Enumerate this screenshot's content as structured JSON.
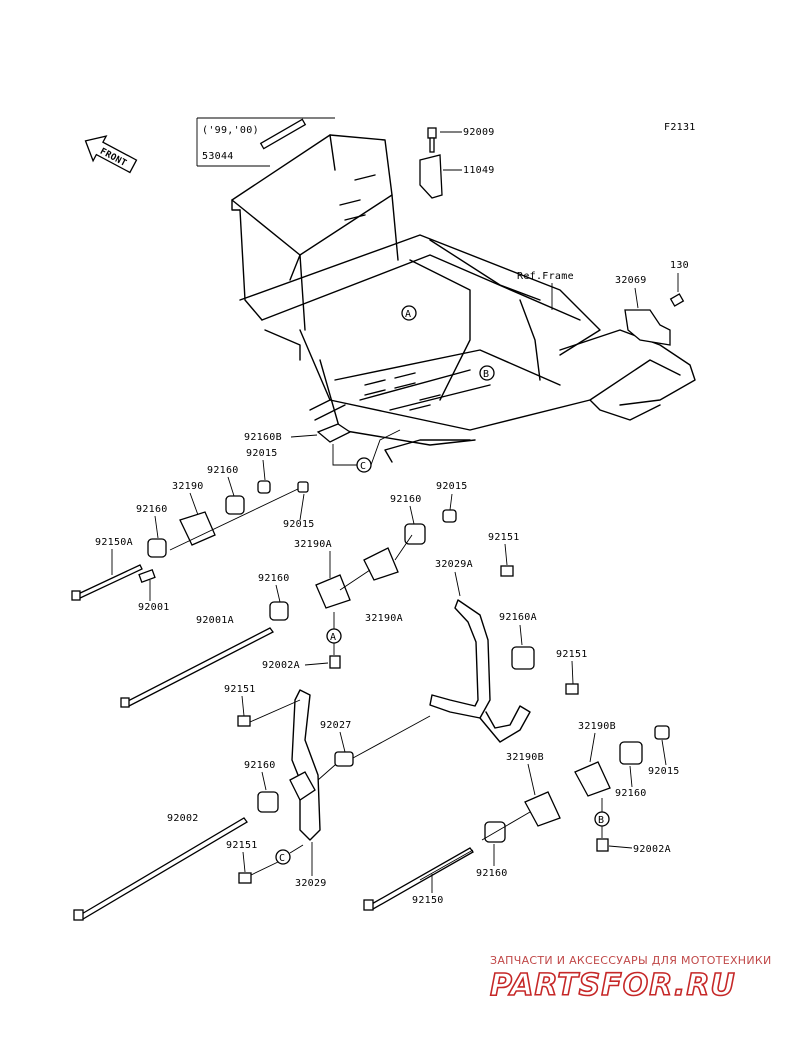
{
  "figure_code": "F2131",
  "front_label": "FRONT",
  "year_note": "('99,'00)",
  "ref_frame": "Ref.Frame",
  "parts": {
    "p92009": "92009",
    "p11049": "11049",
    "p53044": "53044",
    "p32069": "32069",
    "p130": "130",
    "p92160B": "92160B",
    "p92015_a": "92015",
    "p92160_a": "92160",
    "p32190": "32190",
    "p92160_b": "92160",
    "p92150A": "92150A",
    "p92001": "92001",
    "p92015_b": "92015",
    "p92160_c": "92160",
    "p92015_c": "92015",
    "p32190A_a": "32190A",
    "p92160_d": "92160",
    "p92001A": "92001A",
    "p32190A_b": "32190A",
    "p92002A_a": "92002A",
    "p92151_a": "92151",
    "p32029A": "32029A",
    "p92160A": "92160A",
    "p92151_b": "92151",
    "p92151_c": "92151",
    "p92027": "92027",
    "p32190B_a": "32190B",
    "p92015_d": "92015",
    "p32190B_b": "32190B",
    "p92160_e": "92160",
    "p92160_f": "92160",
    "p92002": "92002",
    "p92151_d": "92151",
    "p32029": "32029",
    "p92150": "92150",
    "p92160_g": "92160",
    "p92002A_b": "92002A"
  },
  "callouts": {
    "a": "A",
    "b": "B",
    "c": "C"
  },
  "watermark": {
    "line1": "ЗАПЧАСТИ И АКСЕССУАРЫ ДЛЯ МОТОТЕХНИКИ",
    "line2": "PARTSFOR.RU",
    "color": "#c62828"
  }
}
